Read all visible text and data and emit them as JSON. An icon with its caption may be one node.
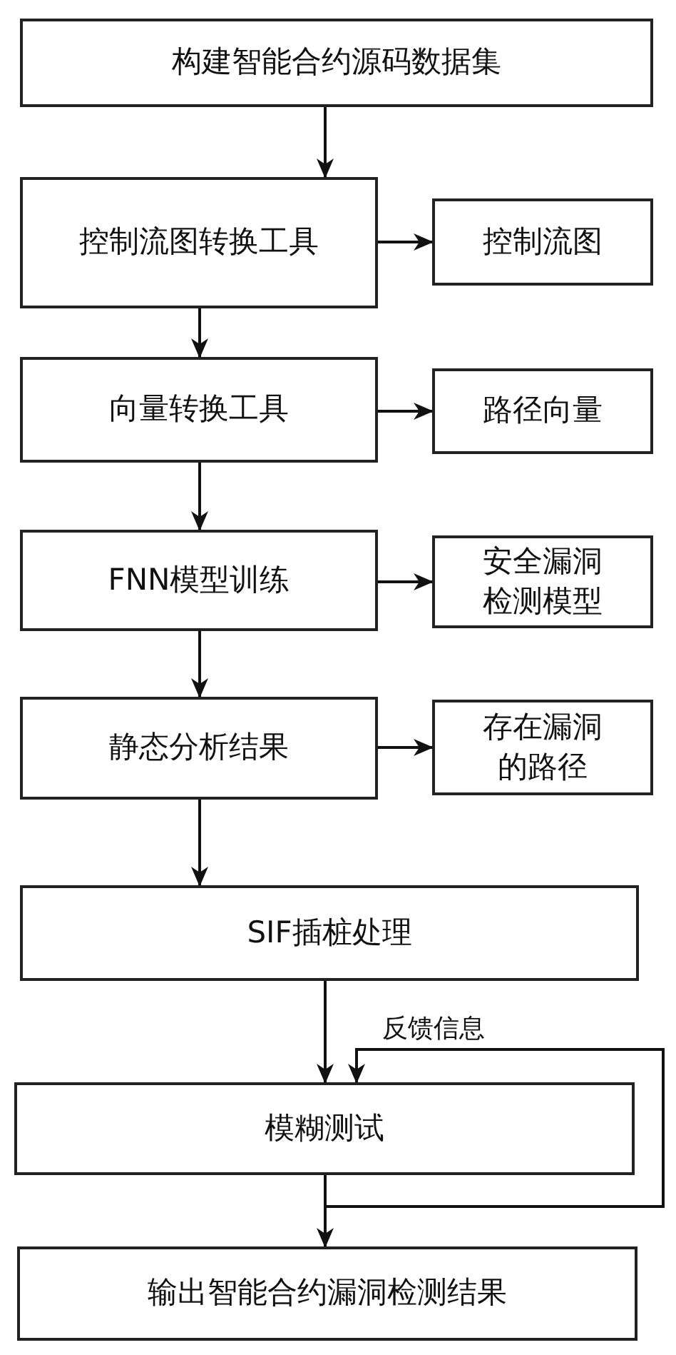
{
  "diagram": {
    "nodes": [
      {
        "text": [
          "构建智能合约源码数据集"
        ]
      },
      {
        "text": [
          "控制流图转换工具"
        ]
      },
      {
        "text": [
          "控制流图"
        ]
      },
      {
        "text": [
          "向量转换工具"
        ]
      },
      {
        "text": [
          "路径向量"
        ]
      },
      {
        "text": [
          "FNN模型训练"
        ]
      },
      {
        "text": [
          "安全漏洞检测模型"
        ]
      },
      {
        "text": [
          "静态分析结果"
        ]
      },
      {
        "text": [
          "存在漏洞的路径"
        ]
      },
      {
        "text": [
          "SIF插桩处理"
        ]
      },
      {
        "text": [
          "模糊测试"
        ]
      },
      {
        "text": [
          "输出智能合约漏洞检测结果"
        ]
      }
    ],
    "edges": [
      {
        "from": 0,
        "to": 1,
        "arrow": "to"
      },
      {
        "from": 1,
        "to": 2,
        "arrow": "to"
      },
      {
        "from": 1,
        "to": 3,
        "arrow": "to"
      },
      {
        "from": 3,
        "to": 4,
        "arrow": "to"
      },
      {
        "from": 3,
        "to": 5,
        "arrow": "to"
      },
      {
        "from": 5,
        "to": 6,
        "arrow": "to"
      },
      {
        "from": 5,
        "to": 7,
        "arrow": "to"
      },
      {
        "from": 7,
        "to": 8,
        "arrow": "to"
      },
      {
        "from": 7,
        "to": 9,
        "arrow": "to"
      },
      {
        "from": 9,
        "to": 10,
        "arrow": "to"
      },
      {
        "from": 10,
        "to": 10,
        "label": "反馈信息",
        "arrow": "to"
      },
      {
        "from": 10,
        "to": 11,
        "arrow": "to"
      }
    ]
  }
}
